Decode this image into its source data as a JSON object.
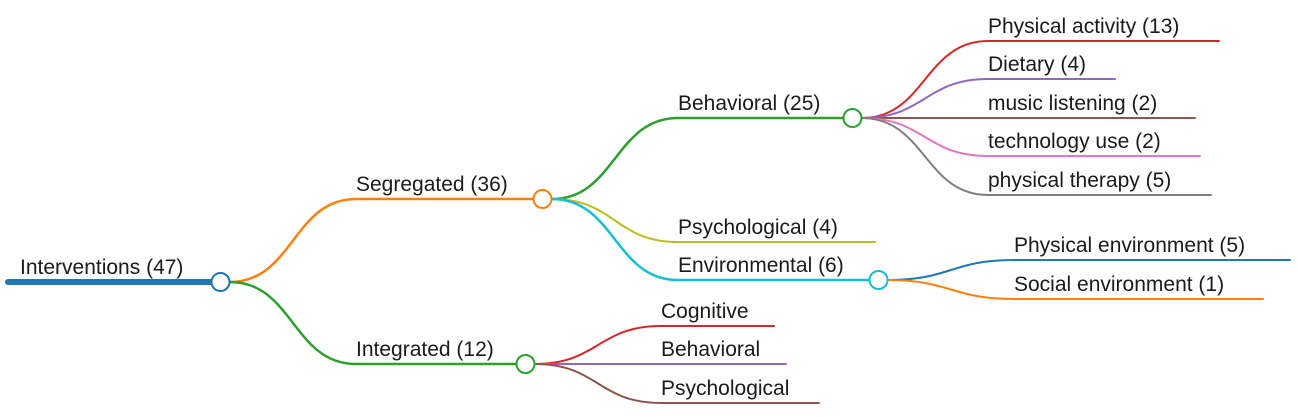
{
  "mindmap": {
    "root": {
      "label": "Interventions (47)",
      "color": "#1f77b4",
      "children": [
        {
          "label": "Segregated (36)",
          "color": "#ff7f0e",
          "children": [
            {
              "label": "Behavioral (25)",
              "color": "#2ca02c",
              "children": [
                {
                  "label": "Physical activity (13)",
                  "color": "#d62728"
                },
                {
                  "label": "Dietary (4)",
                  "color": "#9467bd"
                },
                {
                  "label": "music listening (2)",
                  "color": "#8c564b"
                },
                {
                  "label": "technology use (2)",
                  "color": "#e377c2"
                },
                {
                  "label": "physical therapy (5)",
                  "color": "#7f7f7f"
                }
              ]
            },
            {
              "label": "Psychological (4)",
              "color": "#bcbd22"
            },
            {
              "label": "Environmental (6)",
              "color": "#17becf",
              "children": [
                {
                  "label": "Physical environment (5)",
                  "color": "#1f77b4"
                },
                {
                  "label": "Social environment (1)",
                  "color": "#ff7f0e"
                }
              ]
            }
          ]
        },
        {
          "label": "Integrated (12)",
          "color": "#2ca02c",
          "children": [
            {
              "label": "Cognitive",
              "color": "#d62728"
            },
            {
              "label": "Behavioral",
              "color": "#9467bd"
            },
            {
              "label": "Psychological",
              "color": "#8c564b"
            }
          ]
        }
      ]
    }
  }
}
